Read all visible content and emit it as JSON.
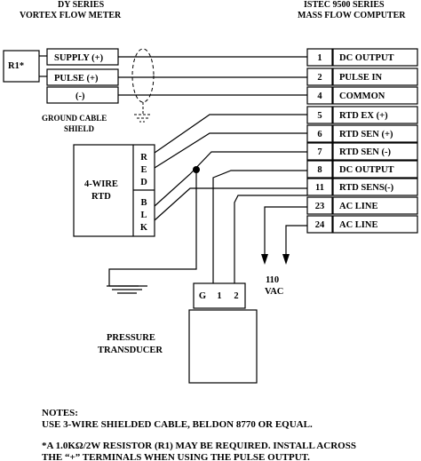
{
  "left_header": {
    "line1": "DY SERIES",
    "line2": "VORTEX FLOW METER"
  },
  "right_header": {
    "line1": "ISTEC 9500 SERIES",
    "line2": "MASS FLOW COMPUTER"
  },
  "resistor_label": "R1*",
  "meter_terminals": [
    "SUPPLY (+)",
    "PULSE (+)",
    "(-)"
  ],
  "ground_label": {
    "line1": "GROUND CABLE",
    "line2": "SHIELD"
  },
  "computer_terminals": [
    {
      "number": "1",
      "name": "DC OUTPUT"
    },
    {
      "number": "2",
      "name": "PULSE IN"
    },
    {
      "number": "4",
      "name": "COMMON"
    },
    {
      "number": "5",
      "name": "RTD EX (+)"
    },
    {
      "number": "6",
      "name": "RTD SEN (+)"
    },
    {
      "number": "7",
      "name": "RTD SEN (-)"
    },
    {
      "number": "8",
      "name": "DC OUTPUT"
    },
    {
      "number": "11",
      "name": "RTD SENS(-)"
    },
    {
      "number": "23",
      "name": "AC LINE"
    },
    {
      "number": "24",
      "name": "AC LINE"
    }
  ],
  "rtd": {
    "line1": "4-WIRE",
    "line2": "RTD",
    "red_letters": [
      "R",
      "E",
      "D"
    ],
    "blk_letters": [
      "B",
      "L",
      "K"
    ]
  },
  "ac_label": {
    "line1": "110",
    "line2": "VAC"
  },
  "transducer": {
    "pins": [
      "G",
      "1",
      "2"
    ],
    "line1": "PRESSURE",
    "line2": "TRANSDUCER"
  },
  "notes": {
    "title": "NOTES:",
    "line1": "USE 3-WIRE SHIELDED CABLE, BELDON 8770 OR EQUAL.",
    "line2": "*A 1.0KΩ/2W RESISTOR (R1) MAY BE REQUIRED.  INSTALL ACROSS",
    "line3": "THE “+” TERMINALS WHEN USING THE PULSE OUTPUT."
  }
}
